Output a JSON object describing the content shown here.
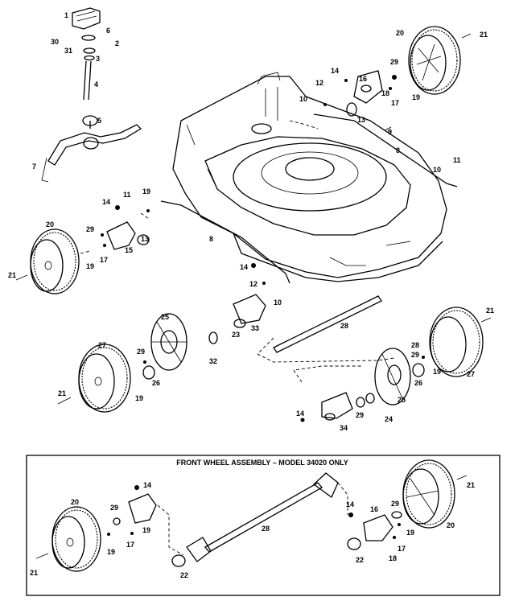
{
  "box_title": "FRONT WHEEL ASSEMBLY – MODEL 34020 ONLY",
  "callouts": [
    {
      "id": "c1",
      "text": "1"
    },
    {
      "id": "c6",
      "text": "6"
    },
    {
      "id": "c30",
      "text": "30"
    },
    {
      "id": "c2",
      "text": "2"
    },
    {
      "id": "c31",
      "text": "31"
    },
    {
      "id": "c3",
      "text": "3"
    },
    {
      "id": "c4",
      "text": "4"
    },
    {
      "id": "c5",
      "text": "5"
    },
    {
      "id": "c7",
      "text": "7"
    },
    {
      "id": "c20a",
      "text": "20"
    },
    {
      "id": "c21a",
      "text": "21"
    },
    {
      "id": "c14a",
      "text": "14"
    },
    {
      "id": "c12a",
      "text": "12"
    },
    {
      "id": "c10a",
      "text": "10"
    },
    {
      "id": "c16a",
      "text": "16"
    },
    {
      "id": "c29a",
      "text": "29"
    },
    {
      "id": "c18a",
      "text": "18"
    },
    {
      "id": "c17a",
      "text": "17"
    },
    {
      "id": "c19a",
      "text": "19"
    },
    {
      "id": "c13a",
      "text": "13"
    },
    {
      "id": "c9",
      "text": "9"
    },
    {
      "id": "c8a",
      "text": "8"
    },
    {
      "id": "c10b",
      "text": "10"
    },
    {
      "id": "c11a",
      "text": "11"
    },
    {
      "id": "c14b",
      "text": "14"
    },
    {
      "id": "c11b",
      "text": "11"
    },
    {
      "id": "c19b",
      "text": "19"
    },
    {
      "id": "c20b",
      "text": "20"
    },
    {
      "id": "c29b",
      "text": "29"
    },
    {
      "id": "c13b",
      "text": "13"
    },
    {
      "id": "c17b",
      "text": "17"
    },
    {
      "id": "c15",
      "text": "15"
    },
    {
      "id": "c21b",
      "text": "21"
    },
    {
      "id": "c19c",
      "text": "19"
    },
    {
      "id": "c8b",
      "text": "8"
    },
    {
      "id": "c14c",
      "text": "14"
    },
    {
      "id": "c12b",
      "text": "12"
    },
    {
      "id": "c10c",
      "text": "10"
    },
    {
      "id": "c25a",
      "text": "25"
    },
    {
      "id": "c23",
      "text": "23"
    },
    {
      "id": "c33",
      "text": "33"
    },
    {
      "id": "c28a",
      "text": "28"
    },
    {
      "id": "c21c",
      "text": "21"
    },
    {
      "id": "c27a",
      "text": "27"
    },
    {
      "id": "c29c",
      "text": "29"
    },
    {
      "id": "c32",
      "text": "32"
    },
    {
      "id": "c26a",
      "text": "26"
    },
    {
      "id": "c21d",
      "text": "21"
    },
    {
      "id": "c19d",
      "text": "19"
    },
    {
      "id": "c28b",
      "text": "28"
    },
    {
      "id": "c29d",
      "text": "29"
    },
    {
      "id": "c19e",
      "text": "19"
    },
    {
      "id": "c27b",
      "text": "27"
    },
    {
      "id": "c26b",
      "text": "26"
    },
    {
      "id": "c25b",
      "text": "25"
    },
    {
      "id": "c14d",
      "text": "14"
    },
    {
      "id": "c29e",
      "text": "29"
    },
    {
      "id": "c24",
      "text": "24"
    },
    {
      "id": "c34",
      "text": "34"
    },
    {
      "id": "c14e",
      "text": "14"
    },
    {
      "id": "c20c",
      "text": "20"
    },
    {
      "id": "c29f",
      "text": "29"
    },
    {
      "id": "c19f",
      "text": "19"
    },
    {
      "id": "c17c",
      "text": "17"
    },
    {
      "id": "c19g",
      "text": "19"
    },
    {
      "id": "c21e",
      "text": "21"
    },
    {
      "id": "c22a",
      "text": "22"
    },
    {
      "id": "c28c",
      "text": "28"
    },
    {
      "id": "c14f",
      "text": "14"
    },
    {
      "id": "c16b",
      "text": "16"
    },
    {
      "id": "c29g",
      "text": "29"
    },
    {
      "id": "c21f",
      "text": "21"
    },
    {
      "id": "c19h",
      "text": "19"
    },
    {
      "id": "c20d",
      "text": "20"
    },
    {
      "id": "c17d",
      "text": "17"
    },
    {
      "id": "c18b",
      "text": "18"
    },
    {
      "id": "c22b",
      "text": "22"
    }
  ]
}
